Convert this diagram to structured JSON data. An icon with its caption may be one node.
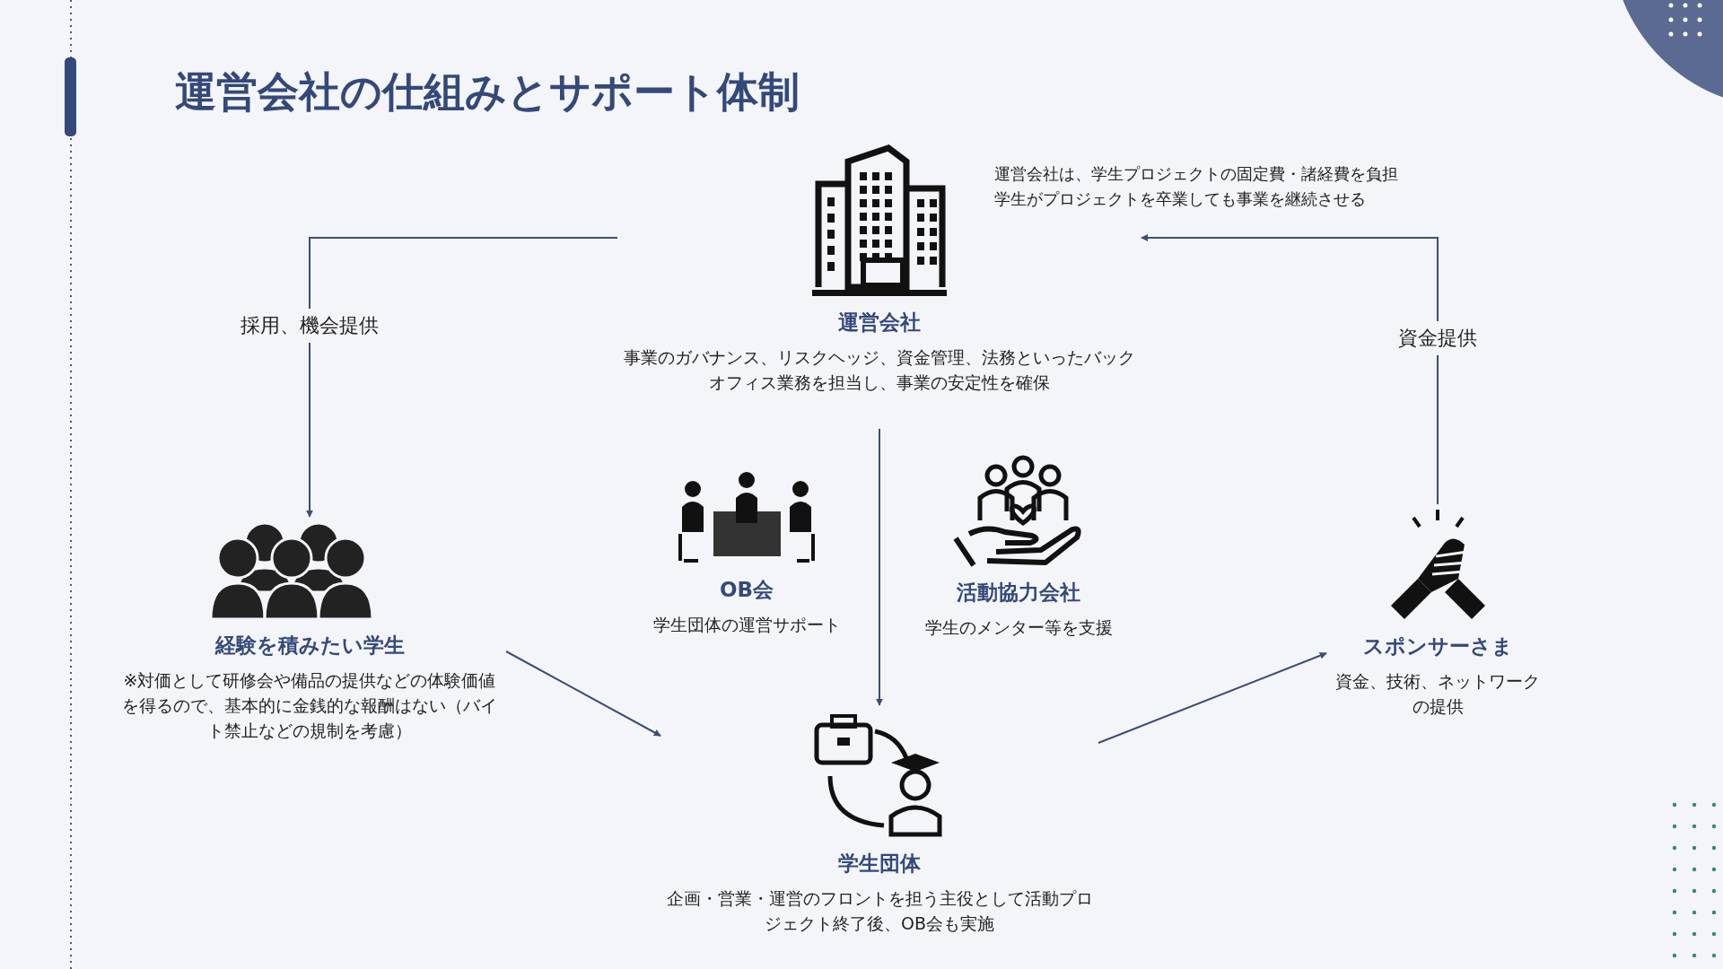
{
  "diagram": {
    "title": "運営会社の仕組みとサポート体制",
    "nodes": [
      {
        "text": [
          "運営会社",
          "事業のガバナンス、リスクヘッジ、資金管理、法務といったバックオフィス業務を担当し、事業の安定性を確保"
        ]
      },
      {
        "text": [
          "OB会",
          "学生団体の運営サポート"
        ]
      },
      {
        "text": [
          "活動協力会社",
          "学生のメンター等を支援"
        ]
      },
      {
        "text": [
          "経験を積みたい学生",
          "※対価として研修会や備品の提供などの体験価値を得るので、基本的に金銭的な報酬はない（バイト禁止などの規制を考慮）"
        ]
      },
      {
        "text": [
          "スポンサーさま",
          "資金、技術、ネットワークの提供"
        ]
      },
      {
        "text": [
          "学生団体",
          "企画・営業・運営のフロントを担う主役として活動プロジェクト終了後、OB会も実施"
        ]
      }
    ],
    "edges": [
      {
        "from": 0,
        "to": 3,
        "arrow": "to",
        "label": "採用、機会提供"
      },
      {
        "from": 4,
        "to": 0,
        "arrow": "to",
        "label": "資金提供"
      },
      {
        "from": 0,
        "to": 5,
        "arrow": "to"
      },
      {
        "from": 3,
        "to": 5,
        "arrow": "to"
      },
      {
        "from": 5,
        "to": 4,
        "arrow": "to"
      }
    ],
    "labels": [
      "運営会社は、学生プロジェクトの固定費・諸経費を負担",
      "学生がプロジェクトを卒業しても事業を継続させる"
    ]
  }
}
